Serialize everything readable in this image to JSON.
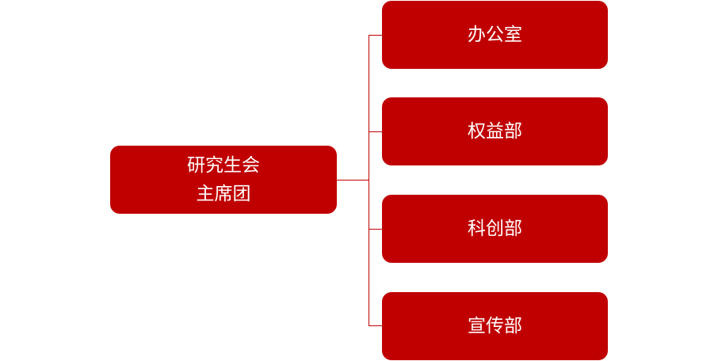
{
  "diagram": {
    "root": {
      "lines": [
        "研究生会",
        "主席团"
      ]
    },
    "children": [
      {
        "label": "办公室"
      },
      {
        "label": "权益部"
      },
      {
        "label": "科创部"
      },
      {
        "label": "宣传部"
      }
    ],
    "colors": {
      "node_fill": "#C00000",
      "node_text": "#FFFFFF",
      "connector": "#C00000"
    }
  }
}
